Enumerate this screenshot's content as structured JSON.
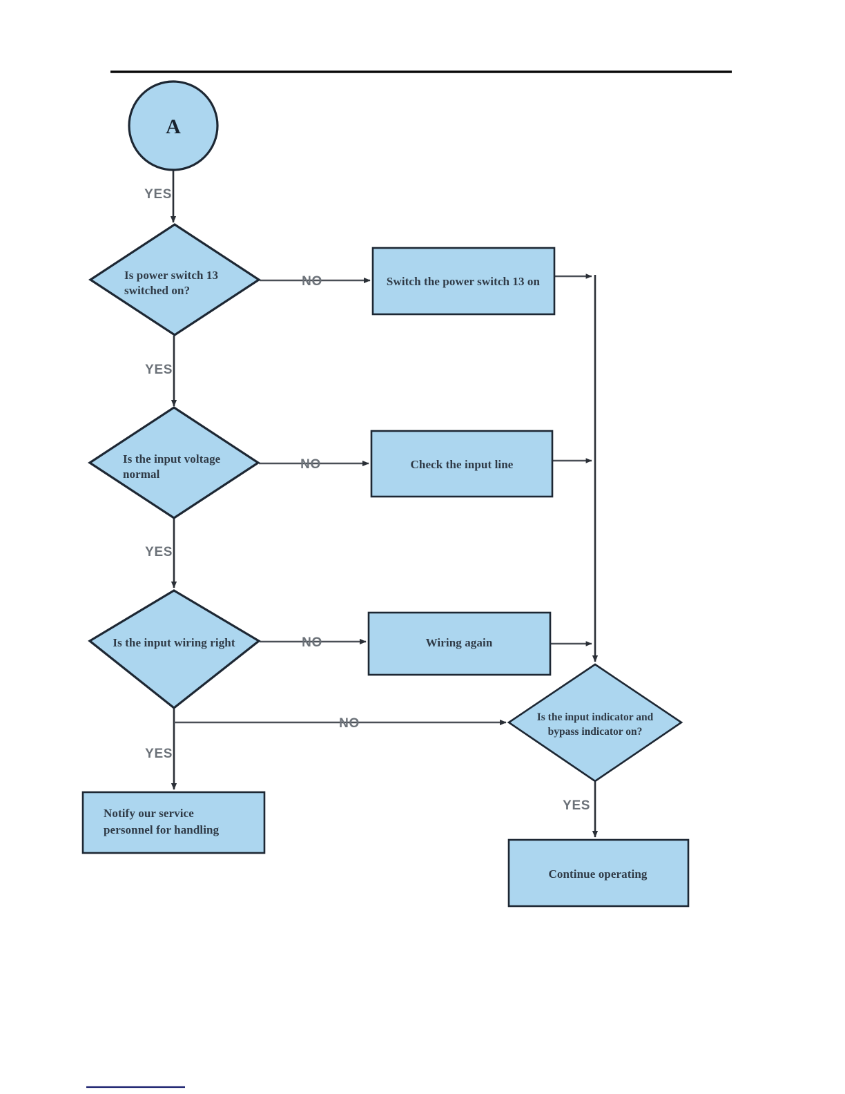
{
  "document": {
    "top_rule": "horizontal-rule",
    "footnote_rule": "footnote-separator"
  },
  "chart_data": {
    "type": "diagram",
    "diagram_kind": "flowchart",
    "title": "UPS input troubleshooting flowchart",
    "fill_color": "#ACD6EF",
    "border_color": "#1d2733",
    "connector_color": "#4a4f56",
    "nodes": [
      {
        "id": "A",
        "shape": "circle",
        "label": "A"
      },
      {
        "id": "D1",
        "shape": "diamond",
        "label": "Is power switch 13 switched on?"
      },
      {
        "id": "P1",
        "shape": "rectangle",
        "label": "Switch the power switch 13 on"
      },
      {
        "id": "D2",
        "shape": "diamond",
        "label": "Is the input voltage normal"
      },
      {
        "id": "P2",
        "shape": "rectangle",
        "label": "Check the input line"
      },
      {
        "id": "D3",
        "shape": "diamond",
        "label": "Is the input wiring right"
      },
      {
        "id": "P3",
        "shape": "rectangle",
        "label": "Wiring again"
      },
      {
        "id": "D4",
        "shape": "diamond",
        "label": "Is the input indicator and bypass indicator on?"
      },
      {
        "id": "P4",
        "shape": "rectangle",
        "label": "Notify our service personnel for handling"
      },
      {
        "id": "P5",
        "shape": "rectangle",
        "label": "Continue operating"
      }
    ],
    "edges": [
      {
        "from": "A",
        "to": "D1",
        "label": "YES"
      },
      {
        "from": "D1",
        "to": "P1",
        "label": "NO"
      },
      {
        "from": "D1",
        "to": "D2",
        "label": "YES"
      },
      {
        "from": "D2",
        "to": "P2",
        "label": "NO"
      },
      {
        "from": "D2",
        "to": "D3",
        "label": "YES"
      },
      {
        "from": "D3",
        "to": "P3",
        "label": "NO"
      },
      {
        "from": "D3",
        "to": "D4",
        "label": "NO"
      },
      {
        "from": "D3",
        "to": "P4",
        "label": "YES"
      },
      {
        "from": "P1",
        "to": "D4",
        "label": ""
      },
      {
        "from": "P2",
        "to": "D4",
        "label": ""
      },
      {
        "from": "P3",
        "to": "D4",
        "label": ""
      },
      {
        "from": "D4",
        "to": "P5",
        "label": "YES"
      }
    ]
  },
  "nodes": {
    "connector_a": "A",
    "decision1": "Is power switch 13 switched on?",
    "decision1_line1": "Is power switch 13",
    "decision1_line2": "switched on?",
    "process1": "Switch the power switch 13 on",
    "decision2_line1": "Is the input voltage",
    "decision2_line2": "normal",
    "process2": "Check the input line",
    "decision3": "Is the input wiring right",
    "process3": "Wiring again",
    "decision4_line1": "Is the input indicator and",
    "decision4_line2": "bypass indicator on?",
    "process4_line1": "Notify our service",
    "process4_line2": "personnel for handling",
    "process5": "Continue operating"
  },
  "edge_labels": {
    "yes_a_to_d1": "YES",
    "no_d1": "NO",
    "yes_d1_to_d2": "YES",
    "no_d2": "NO",
    "yes_d2_to_d3": "YES",
    "no_d3": "NO",
    "no_d3_to_d4": "NO",
    "yes_d3_to_p4": "YES",
    "yes_d4_to_p5": "YES"
  }
}
